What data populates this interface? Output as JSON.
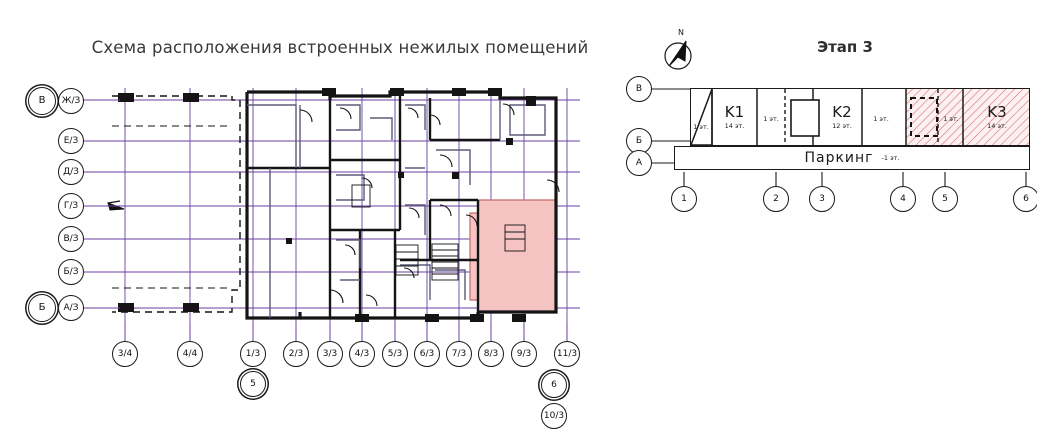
{
  "document": {
    "type": "architectural-floor-plan",
    "language": "ru"
  },
  "left_plan": {
    "title": "Схема расположения встроенных нежилых помещений",
    "vertical_axis_labels": [
      {
        "id": "v-0",
        "text": "Ж/З",
        "outer": "В"
      },
      {
        "id": "v-1",
        "text": "Е/З"
      },
      {
        "id": "v-2",
        "text": "Д/З"
      },
      {
        "id": "v-3",
        "text": "Г/З"
      },
      {
        "id": "v-4",
        "text": "В/З"
      },
      {
        "id": "v-5",
        "text": "Б/З"
      },
      {
        "id": "v-6",
        "text": "А/З",
        "outer": "Б"
      }
    ],
    "outer_vertical_labels": [
      "В",
      "Б"
    ],
    "horizontal_axis_labels": [
      {
        "id": "h-0",
        "text": "3/4"
      },
      {
        "id": "h-1",
        "text": "4/4"
      },
      {
        "id": "h-2",
        "text": "1/3",
        "below": "5"
      },
      {
        "id": "h-3",
        "text": "2/3"
      },
      {
        "id": "h-4",
        "text": "3/3"
      },
      {
        "id": "h-5",
        "text": "4/3"
      },
      {
        "id": "h-6",
        "text": "5/3"
      },
      {
        "id": "h-7",
        "text": "6/3"
      },
      {
        "id": "h-8",
        "text": "7/3"
      },
      {
        "id": "h-9",
        "text": "8/3"
      },
      {
        "id": "h-10",
        "text": "9/3"
      },
      {
        "id": "h-11",
        "text": "11/3",
        "below": "6",
        "below2": "10/3"
      }
    ],
    "highlighted_unit": {
      "name": "highlighted-premises",
      "fill_color": "#f6c3c3",
      "stroke_color": "#c86a6a"
    },
    "colors": {
      "grid": "#6a3fa0",
      "walls": "#141414",
      "secondary_walls": "#5b5b78"
    }
  },
  "right_panel": {
    "title": "Этап 3",
    "compass": {
      "label": "N",
      "icon": "north-arrow-icon"
    },
    "row_labels": [
      "В",
      "Б",
      "А"
    ],
    "column_labels": [
      "1",
      "2",
      "3",
      "4",
      "5",
      "6"
    ],
    "blocks": [
      {
        "id": "b-wedge",
        "label": "",
        "sub": "1 эт.",
        "hatched": false,
        "kind": "wedge"
      },
      {
        "id": "b-k1",
        "label": "K1",
        "sub": "14 эт.",
        "hatched": false,
        "kind": "tower"
      },
      {
        "id": "b-gap1",
        "label": "",
        "sub": "1 эт.",
        "hatched": false,
        "kind": "link"
      },
      {
        "id": "b-court1",
        "label": "",
        "sub": "",
        "hatched": false,
        "kind": "void"
      },
      {
        "id": "b-k2",
        "label": "K2",
        "sub": "12 эт.",
        "hatched": false,
        "kind": "tower"
      },
      {
        "id": "b-gap2",
        "label": "",
        "sub": "1 эт.",
        "hatched": false,
        "kind": "link"
      },
      {
        "id": "b-court2",
        "label": "",
        "sub": "",
        "hatched": true,
        "kind": "void"
      },
      {
        "id": "b-gap3",
        "label": "",
        "sub": "1 эт.",
        "hatched": true,
        "kind": "link"
      },
      {
        "id": "b-k3",
        "label": "K3",
        "sub": "14 эт.",
        "hatched": true,
        "kind": "tower"
      }
    ],
    "parking": {
      "label": "Паркинг",
      "sub": "-1 эт."
    },
    "colors": {
      "hatch": "#d66e6e",
      "hatch_bg": "#fdf0f0",
      "outline": "#1a1a1a"
    }
  }
}
